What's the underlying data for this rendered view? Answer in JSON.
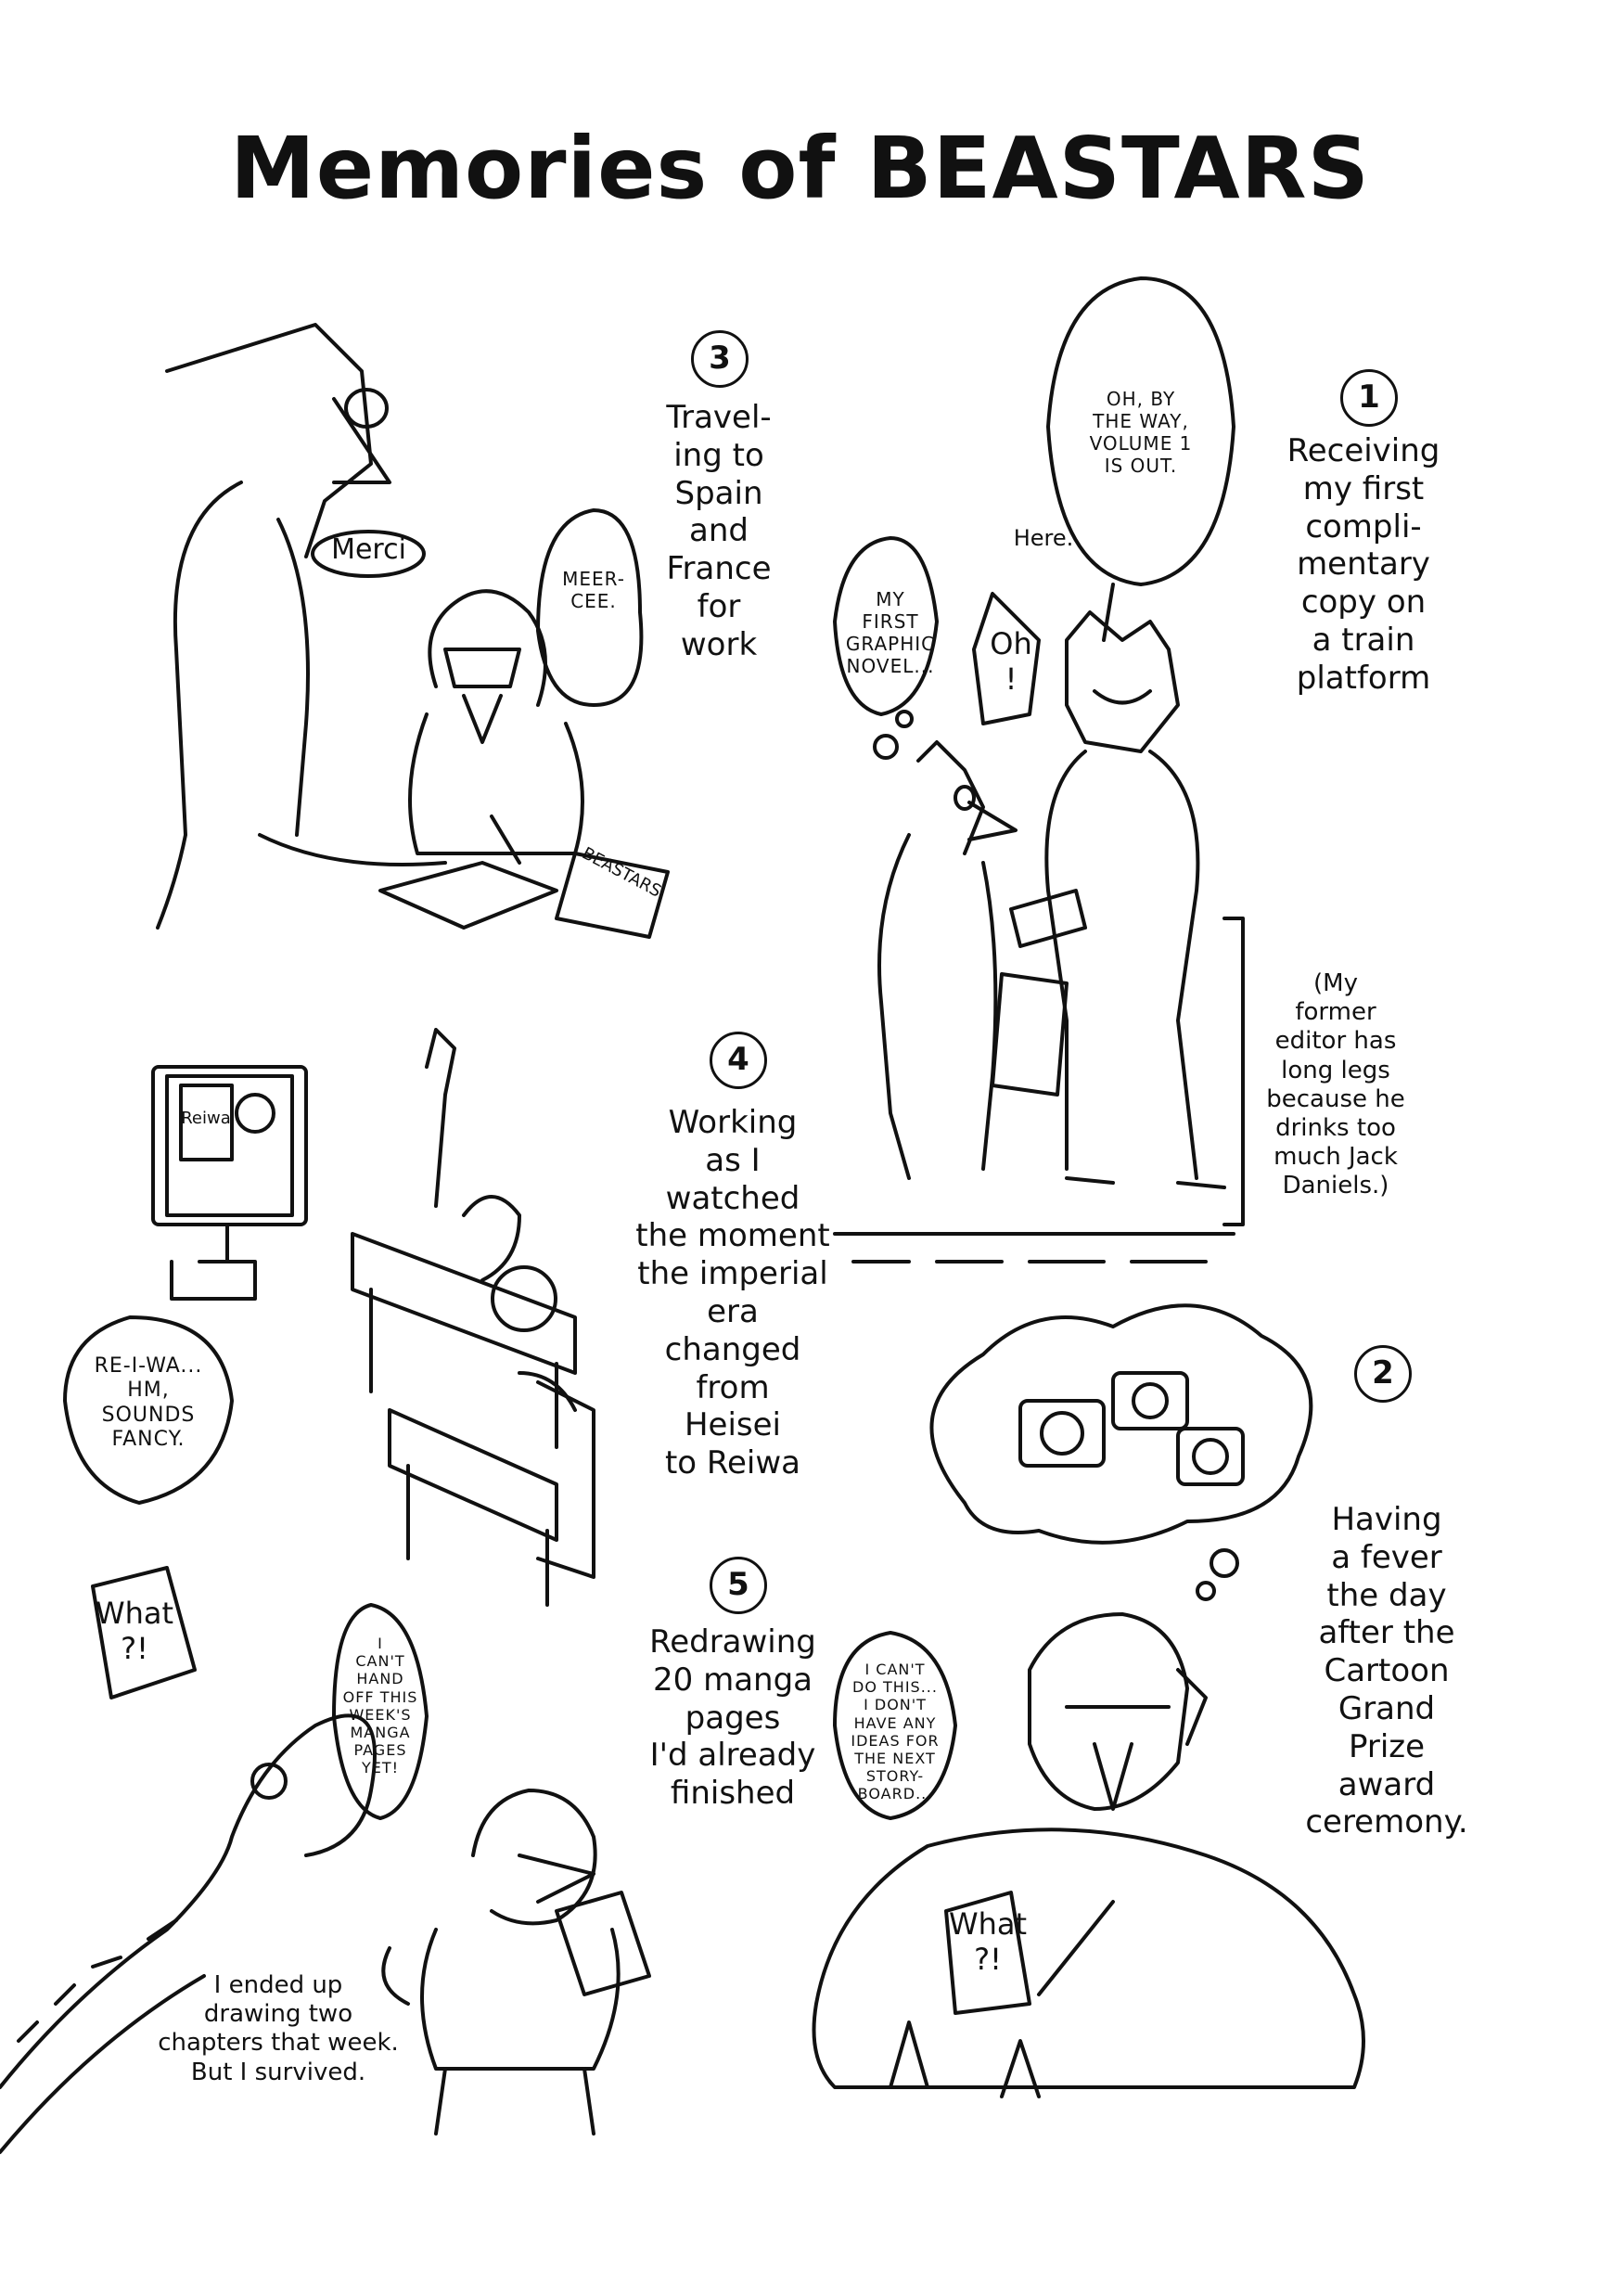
{
  "title": "Memories of BEASTARS",
  "items": [
    {
      "number": "1",
      "caption": "Receiving\nmy first\ncompli-\nmentary\ncopy on\na train\nplatform"
    },
    {
      "number": "2",
      "caption": "Having\na fever\nthe day\nafter the\nCartoon\nGrand\nPrize\naward\nceremony."
    },
    {
      "number": "3",
      "caption": "Travel-\ning to\nSpain\nand\nFrance\nfor\nwork"
    },
    {
      "number": "4",
      "caption": "Working\nas I\nwatched\nthe moment\nthe imperial\nera\nchanged\nfrom\nHeisei\nto Reiwa"
    },
    {
      "number": "5",
      "caption": "Redrawing\n20 manga\npages\nI'd already\nfinished"
    }
  ],
  "bubbles": {
    "merci": "Merci",
    "meercee": "MEER-\nCEE.",
    "by_the_way": "OH, BY\nTHE WAY,\nVOLUME 1\nIS OUT.",
    "here": "Here.",
    "first_novel": "MY\nFIRST\nGRAPHIC\nNOVEL...",
    "oh": "Oh\n!",
    "editor_note": "(My\nformer\neditor has\nlong legs\nbecause he\ndrinks too\nmuch Jack\nDaniels.)",
    "reiwa_sign": "Reiwa",
    "reiwa": "RE-I-WA...\nHM,\nSOUNDS\nFANCY.",
    "what_left": "What\n?!",
    "cant_hand_off": "I\nCAN'T\nHAND\nOFF THIS\nWEEK'S\nMANGA\nPAGES\nYET!",
    "cant_do_this": "I CAN'T\nDO THIS...\nI DON'T\nHAVE ANY\nIDEAS FOR\nTHE NEXT\nSTORY-\nBOARD...",
    "what_right": "What\n?!",
    "ended_up": "I ended up\ndrawing two\nchapters that week.\nBut I survived.",
    "beastars_book": "BEASTARS"
  }
}
